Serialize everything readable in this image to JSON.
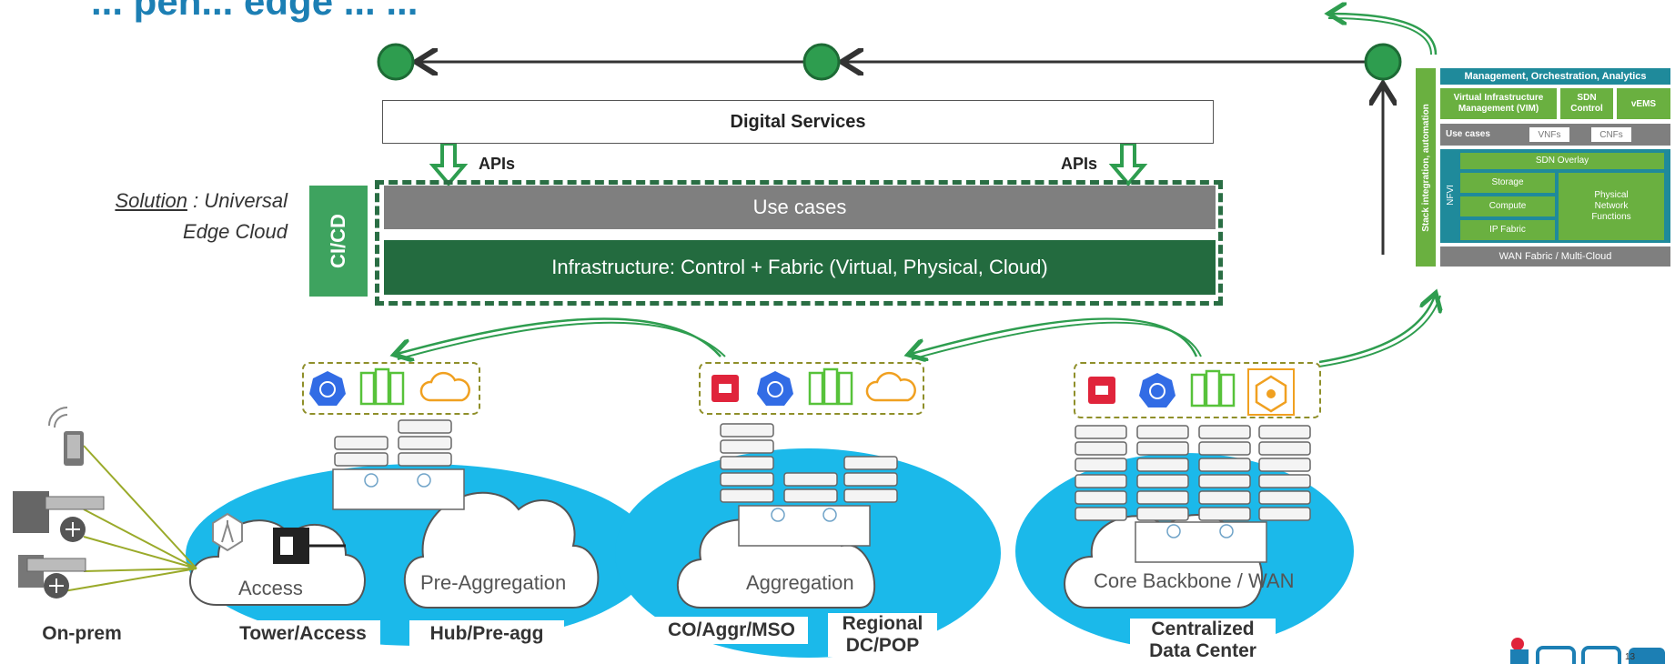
{
  "title": "... pen... edge ... ...",
  "colors": {
    "accent_green": "#236b3f",
    "mid_green": "#3ea35f",
    "light_green": "#6ab040",
    "teal": "#1f8a9b",
    "cyan": "#1bb9ea",
    "gray": "#7f7f7f"
  },
  "header": {
    "digital_services": "Digital Services",
    "api_left": "APIs",
    "api_right": "APIs"
  },
  "stack": {
    "use_cases": "Use cases",
    "infrastructure": "Infrastructure: Control + Fabric (Virtual, Physical, Cloud)",
    "cicd": "CI/CD"
  },
  "solution": {
    "prefix": "Solution",
    "rest": ": Universal",
    "line2": "Edge Cloud"
  },
  "clouds": {
    "access": "Access",
    "pre_aggregation": "Pre-Aggregation",
    "aggregation": "Aggregation",
    "core": "Core Backbone / WAN"
  },
  "bottom_labels": {
    "on_prem": "On-prem",
    "tower": "Tower/Access",
    "hub": "Hub/Pre-agg",
    "co": "CO/Aggr/MSO",
    "regional_1": "Regional",
    "regional_2": "DC/POP",
    "central_1": "Centralized",
    "central_2": "Data Center"
  },
  "panel": {
    "side": "Stack integration, automation",
    "mgmt": "Management, Orchestration, Analytics",
    "vim_1": "Virtual Infrastructure",
    "vim_2": "Management (VIM)",
    "sdn_1": "SDN",
    "sdn_2": "Control",
    "vems": "vEMS",
    "use_cases": "Use cases",
    "vnfs": "VNFs",
    "cnfs": "CNFs",
    "nfvi": "NFVI",
    "sdn_overlay": "SDN Overlay",
    "storage": "Storage",
    "compute": "Compute",
    "ip_fabric": "IP Fabric",
    "pnf_1": "Physical",
    "pnf_2": "Network",
    "pnf_3": "Functions",
    "wan": "WAN Fabric / Multi-Cloud"
  },
  "page_number": "13",
  "icons": [
    "kubernetes-icon",
    "server-icon",
    "cloud-icon",
    "openstack-icon",
    "network-hub-icon",
    "phone-icon",
    "building-icon",
    "antenna-icon",
    "fiber-connector-icon",
    "switch-icon",
    "router-icon"
  ]
}
